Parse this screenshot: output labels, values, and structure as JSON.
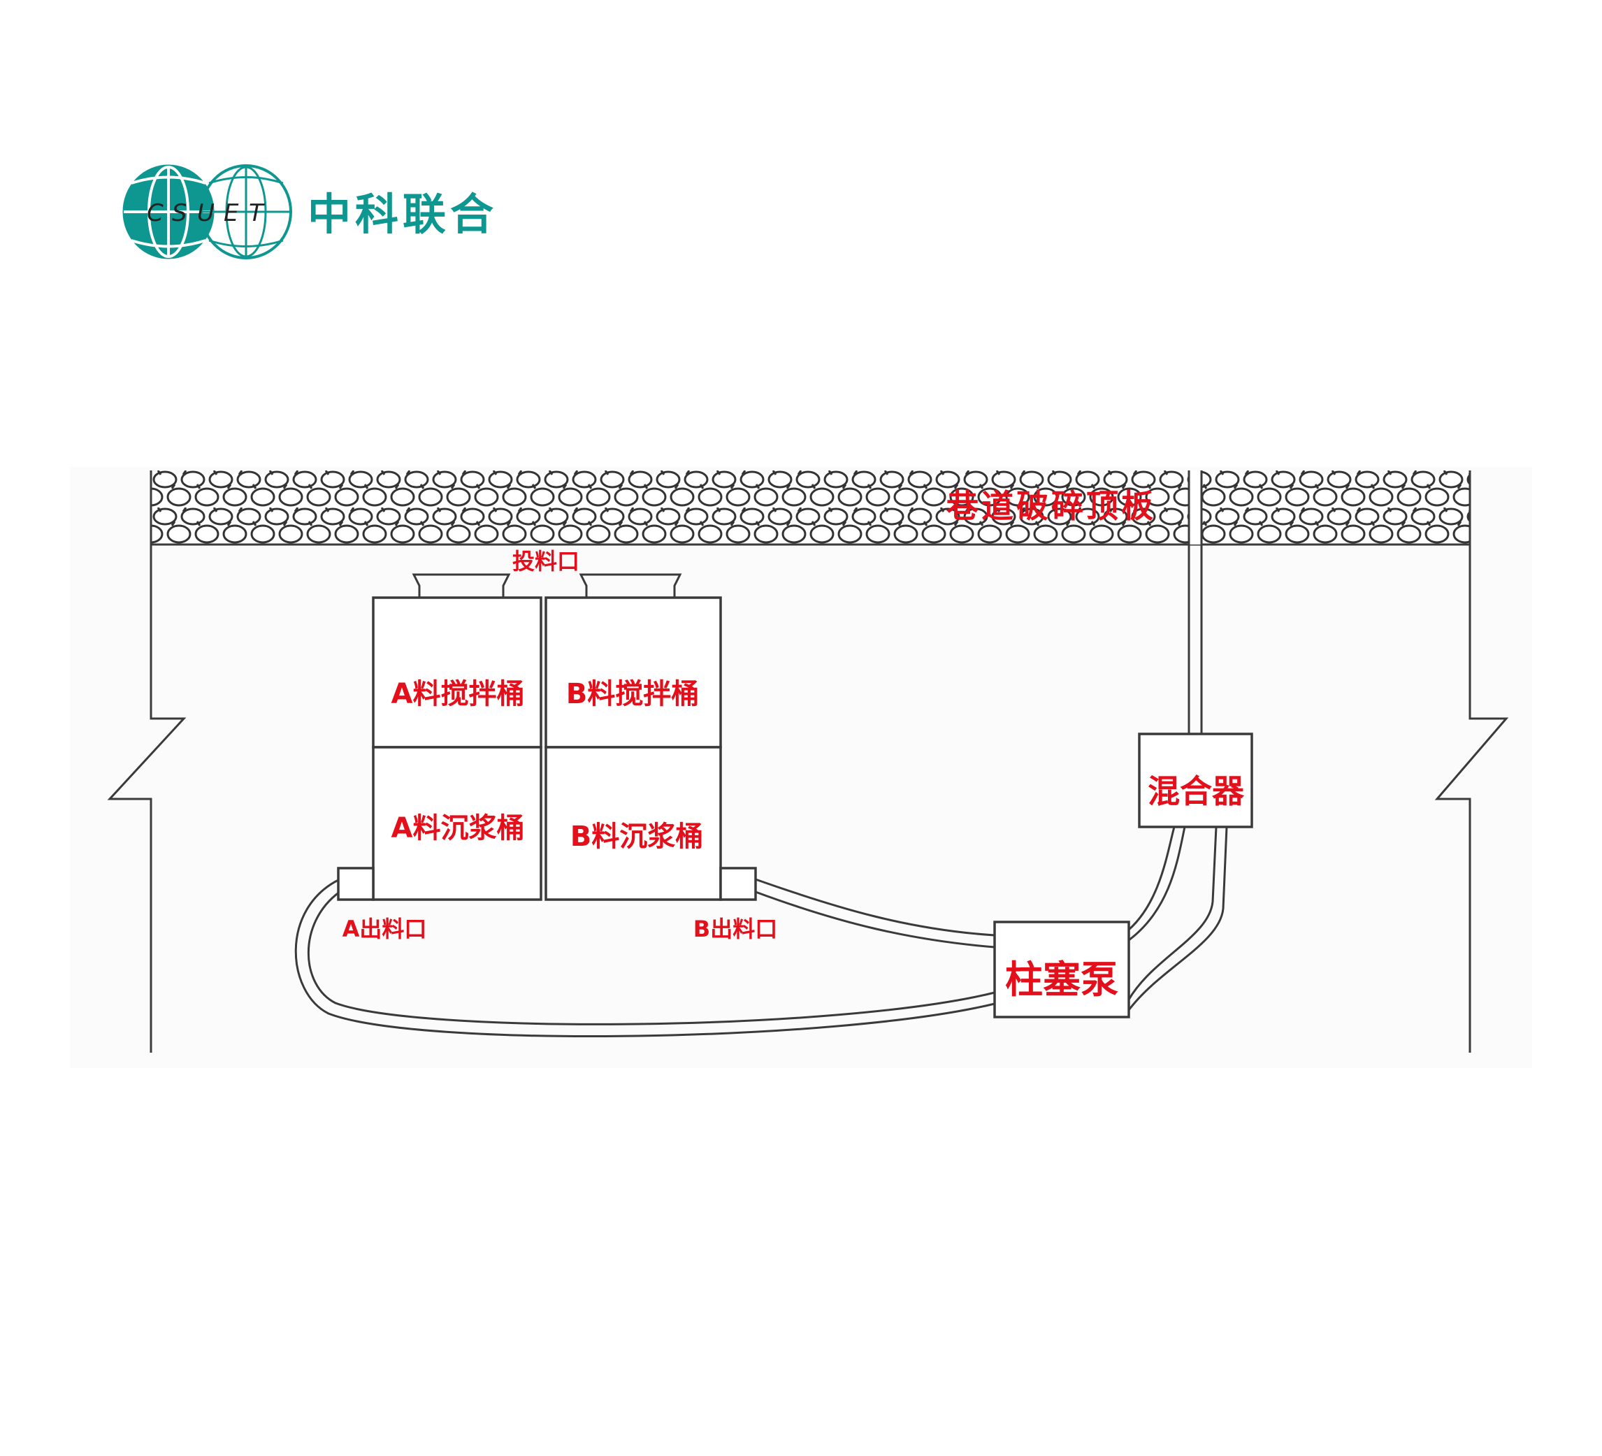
{
  "logo": {
    "letters": [
      "C",
      "S",
      "U",
      "E",
      "T"
    ],
    "name": "中科联合",
    "color": "#0e9690"
  },
  "diagram": {
    "roof_label": "巷道破碎顶板",
    "feed_inlet_label": "投料口",
    "tanks": {
      "a_mixing": "A料搅拌桶",
      "b_mixing": "B料搅拌桶",
      "a_settling": "A料沉浆桶",
      "b_settling": "B料沉浆桶"
    },
    "a_outlet_label": "A出料口",
    "b_outlet_label": "B出料口",
    "mixer_label": "混合器",
    "pump_label": "柱塞泵",
    "label_color": "#e3101c"
  }
}
